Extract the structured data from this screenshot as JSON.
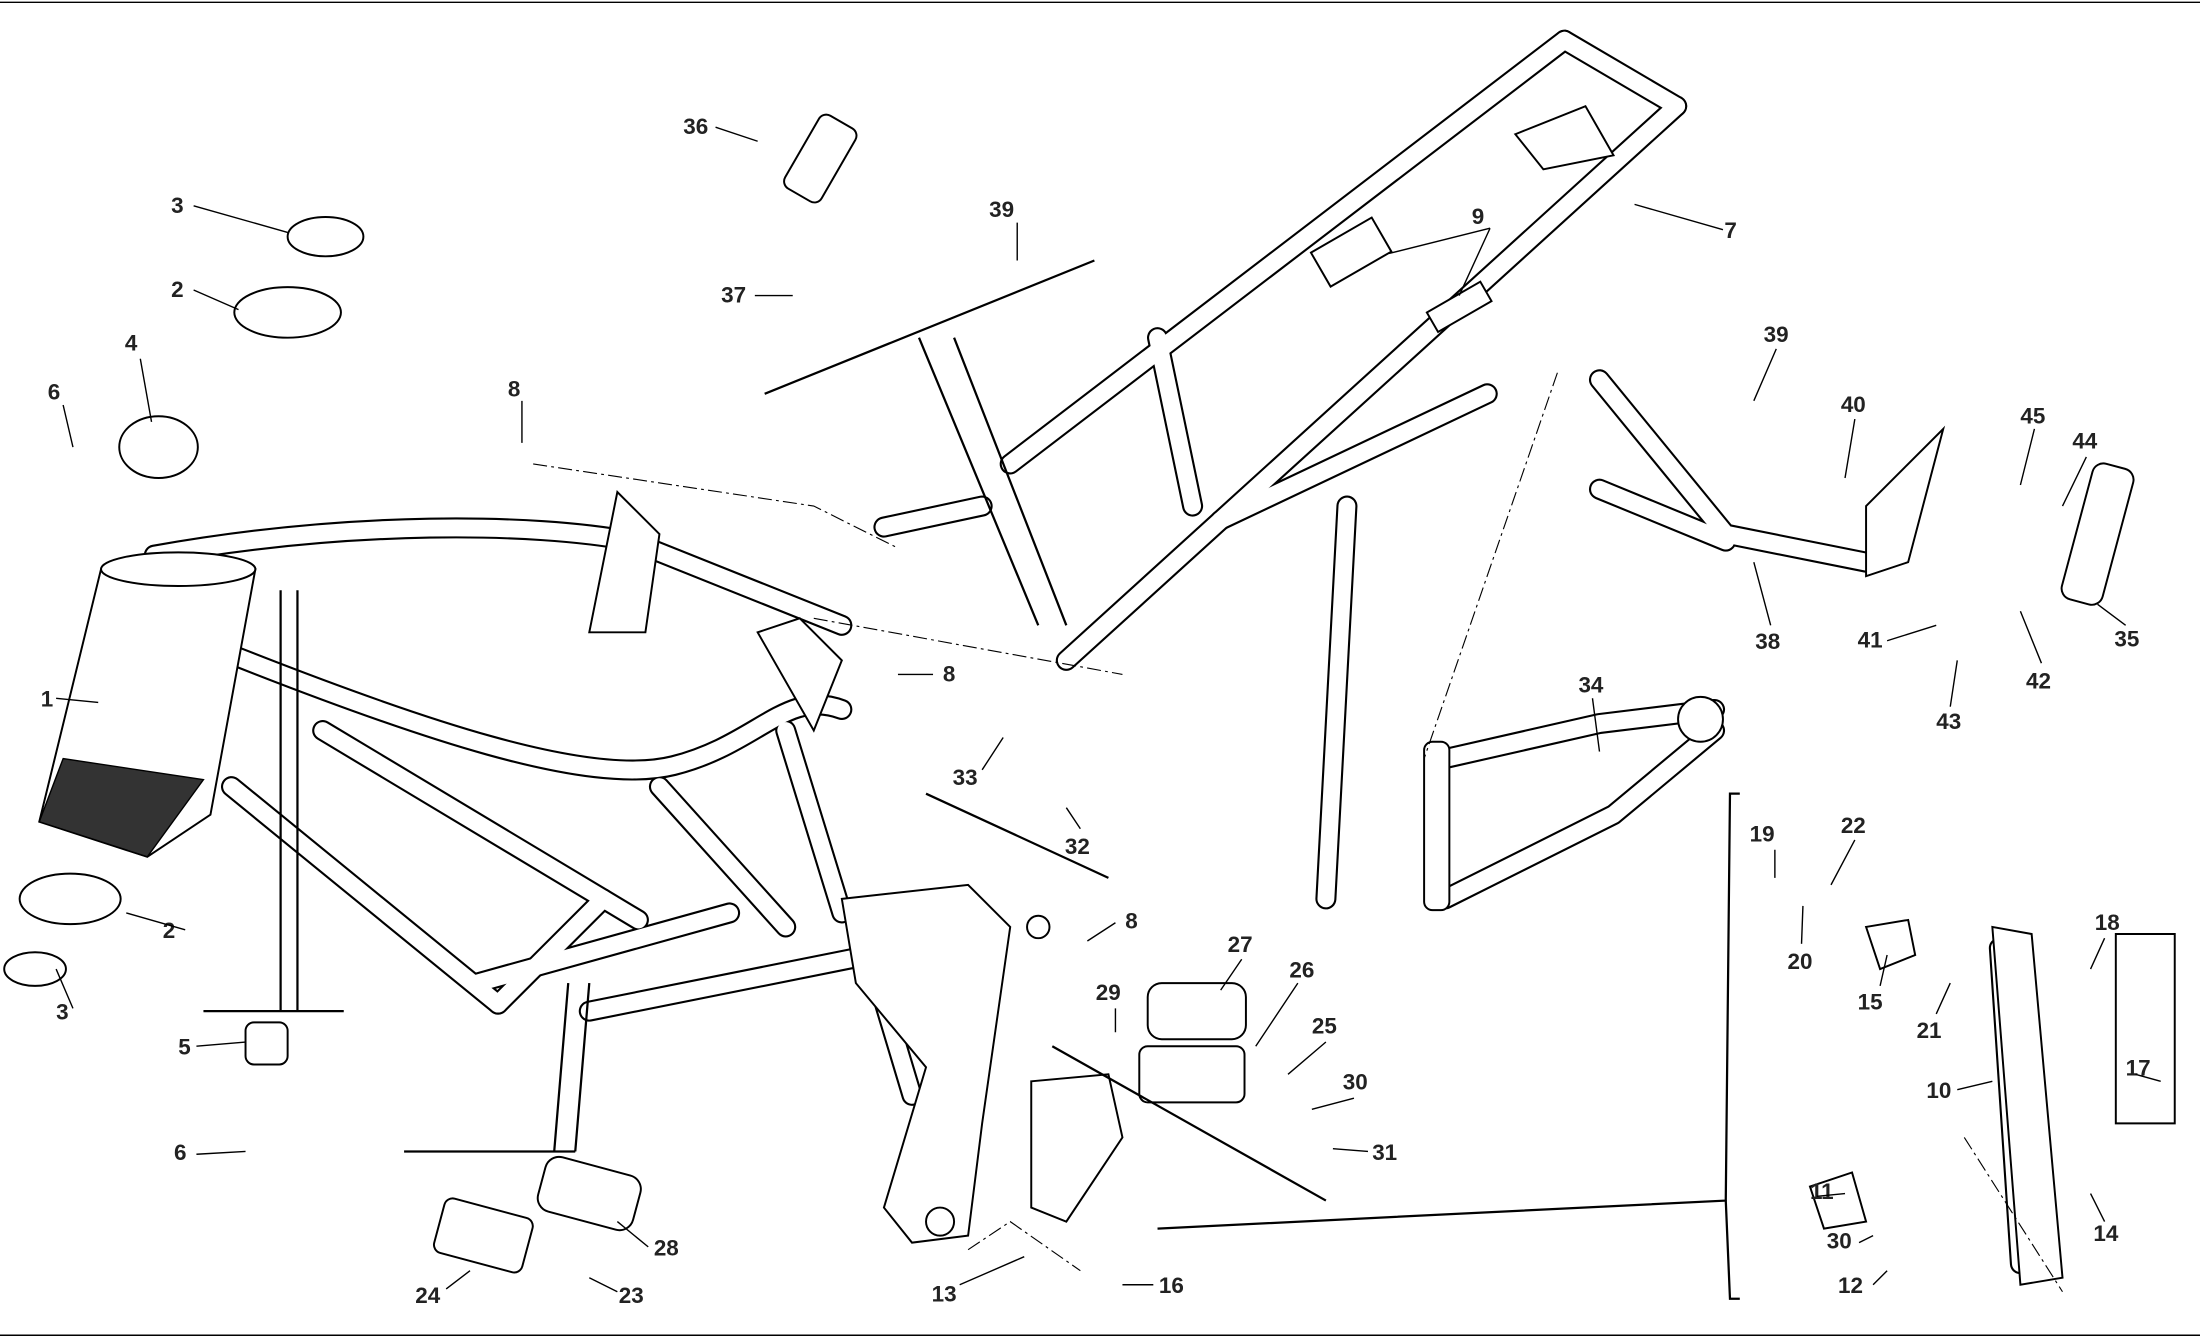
{
  "diagram": {
    "type": "exploded parts diagram - motorcycle frame",
    "labels": [
      "3",
      "2",
      "4",
      "6",
      "8",
      "1",
      "2",
      "3",
      "5",
      "6",
      "36",
      "39",
      "37",
      "9",
      "7",
      "39",
      "40",
      "45",
      "44",
      "8",
      "38",
      "41",
      "43",
      "42",
      "35",
      "34",
      "33",
      "32",
      "19",
      "22",
      "20",
      "15",
      "21",
      "18",
      "8",
      "27",
      "29",
      "26",
      "25",
      "30",
      "31",
      "17",
      "10",
      "11",
      "14",
      "30",
      "12",
      "28",
      "24",
      "23",
      "13",
      "16"
    ]
  }
}
